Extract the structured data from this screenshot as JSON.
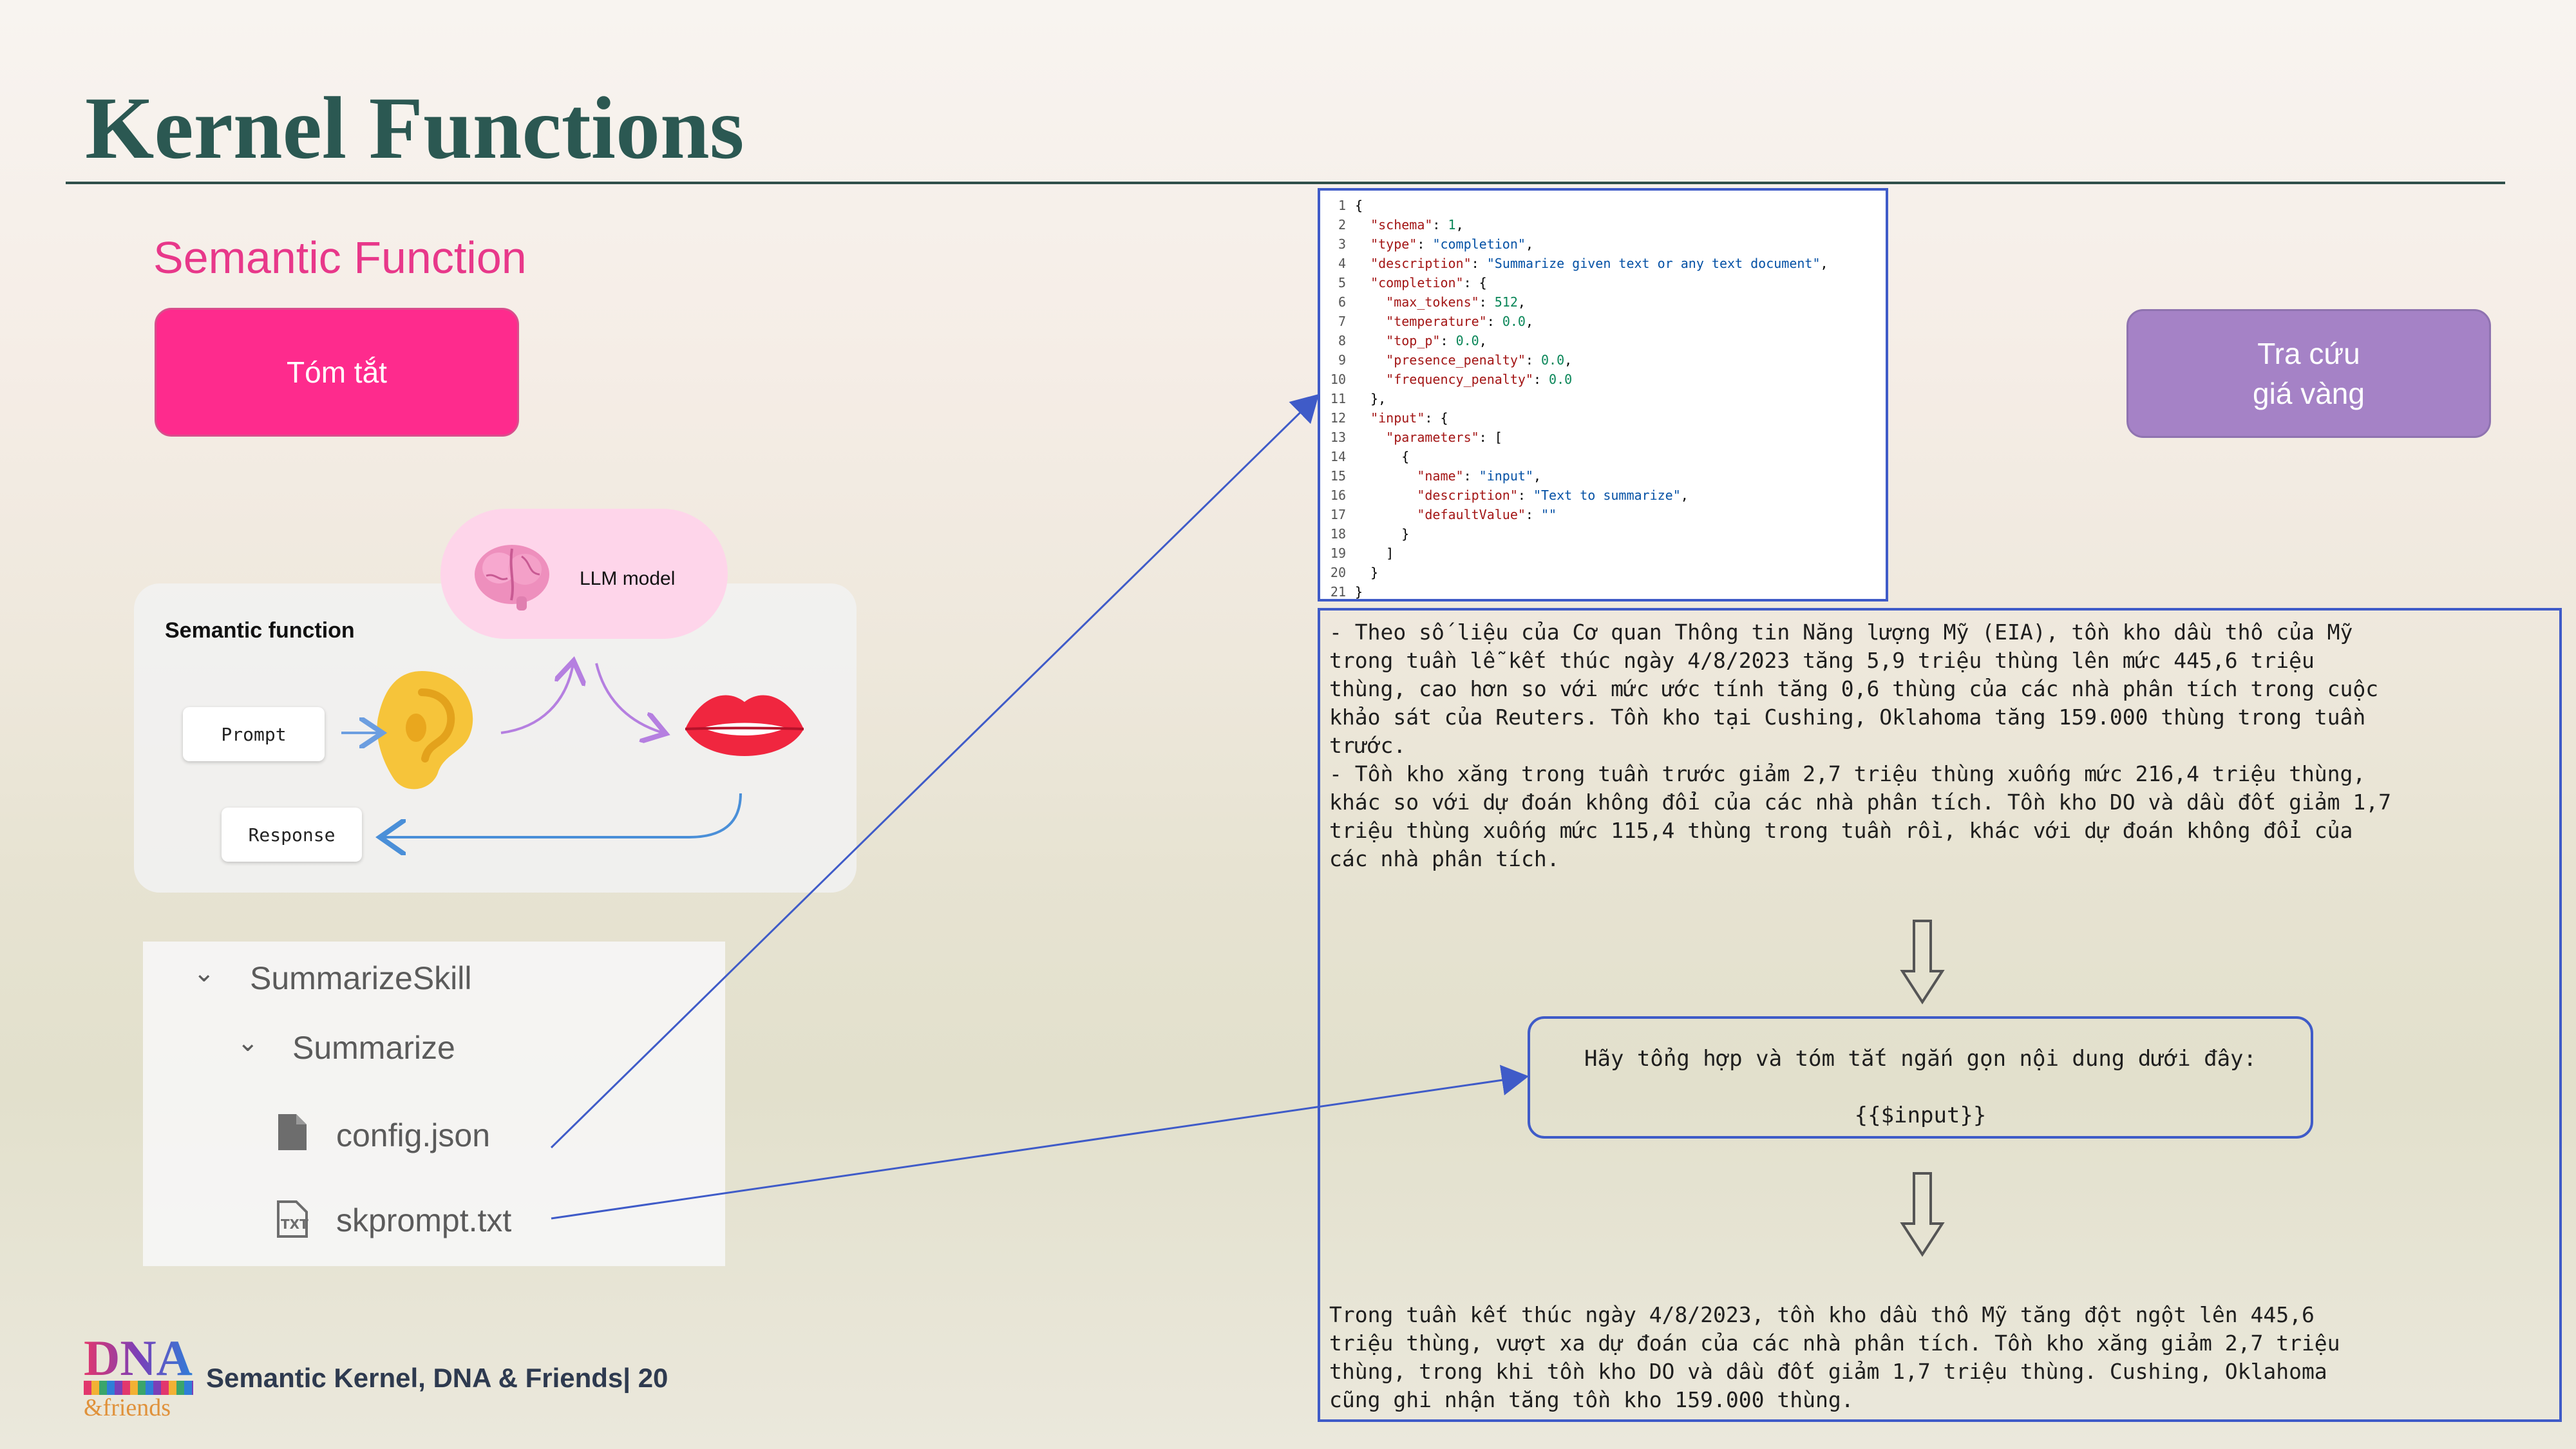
{
  "slide": {
    "title": "Kernel Functions",
    "subtitle": "Semantic Function",
    "btn_left": "Tóm tắt",
    "btn_right_line1": "Tra cứu",
    "btn_right_line2": "giá vàng",
    "footer": "Semantic Kernel, DNA & Friends|  20",
    "logo": {
      "top": "DNA",
      "bottom": "&friends"
    }
  },
  "diagram": {
    "title": "Semantic function",
    "llm_label": "LLM model",
    "prompt": "Prompt",
    "response": "Response",
    "icons": [
      "brain-icon",
      "ear-icon",
      "lips-icon"
    ],
    "colors": {
      "pink": "#fe2b8d",
      "purple": "#a582c6",
      "arrow": "#b57fe0",
      "feedback": "#4a8fd8"
    }
  },
  "tree": {
    "root": "SummarizeSkill",
    "folder": "Summarize",
    "files": [
      "config.json",
      "skprompt.txt"
    ]
  },
  "config_json": {
    "lines": [
      "{",
      "  \"schema\": 1,",
      "  \"type\": \"completion\",",
      "  \"description\": \"Summarize given text or any text document\",",
      "  \"completion\": {",
      "    \"max_tokens\": 512,",
      "    \"temperature\": 0.0,",
      "    \"top_p\": 0.0,",
      "    \"presence_penalty\": 0.0,",
      "    \"frequency_penalty\": 0.0",
      "  },",
      "  \"input\": {",
      "    \"parameters\": [",
      "      {",
      "        \"name\": \"input\",",
      "        \"description\": \"Text to summarize\",",
      "        \"defaultValue\": \"\"",
      "      }",
      "    ]",
      "  }",
      "}"
    ]
  },
  "input_text": {
    "lines": [
      "- Theo số liệu của Cơ quan Thông tin Năng lượng Mỹ (EIA), tồn kho dầu thô của Mỹ",
      "trong tuần lễ kết thúc ngày 4/8/2023 tăng 5,9 triệu thùng lên mức 445,6 triệu",
      "thùng, cao hơn so với mức ước tính tăng 0,6 thùng của các nhà phân tích trong cuộc",
      "khảo sát của Reuters. Tồn kho tại Cushing, Oklahoma tăng 159.000 thùng trong tuần",
      "trước.",
      "- Tồn kho xăng trong tuần trước giảm 2,7 triệu thùng xuống mức 216,4 triệu thùng,",
      "khác so với dự đoán không đổi của các nhà phân tích. Tồn kho DO và dầu đốt giảm 1,7",
      "triệu thùng xuống mức 115,4 thùng trong tuần rồi, khác với dự đoán không đổi của",
      "các nhà phân tích."
    ]
  },
  "prompt_template": {
    "line1": "Hãy tổng hợp và tóm tắt ngắn gọn nội dung dưới đây:",
    "line2": "{{$input}}"
  },
  "output_text": {
    "lines": [
      "Trong tuần kết thúc ngày 4/8/2023, tồn kho dầu thô Mỹ tăng đột ngột lên 445,6",
      "triệu thùng, vượt xa dự đoán của các nhà phân tích. Tồn kho xăng giảm 2,7 triệu",
      "thùng, trong khi tồn kho DO và dầu đốt giảm 1,7 triệu thùng. Cushing, Oklahoma",
      "cũng ghi nhận tăng tồn kho 159.000 thùng."
    ]
  }
}
